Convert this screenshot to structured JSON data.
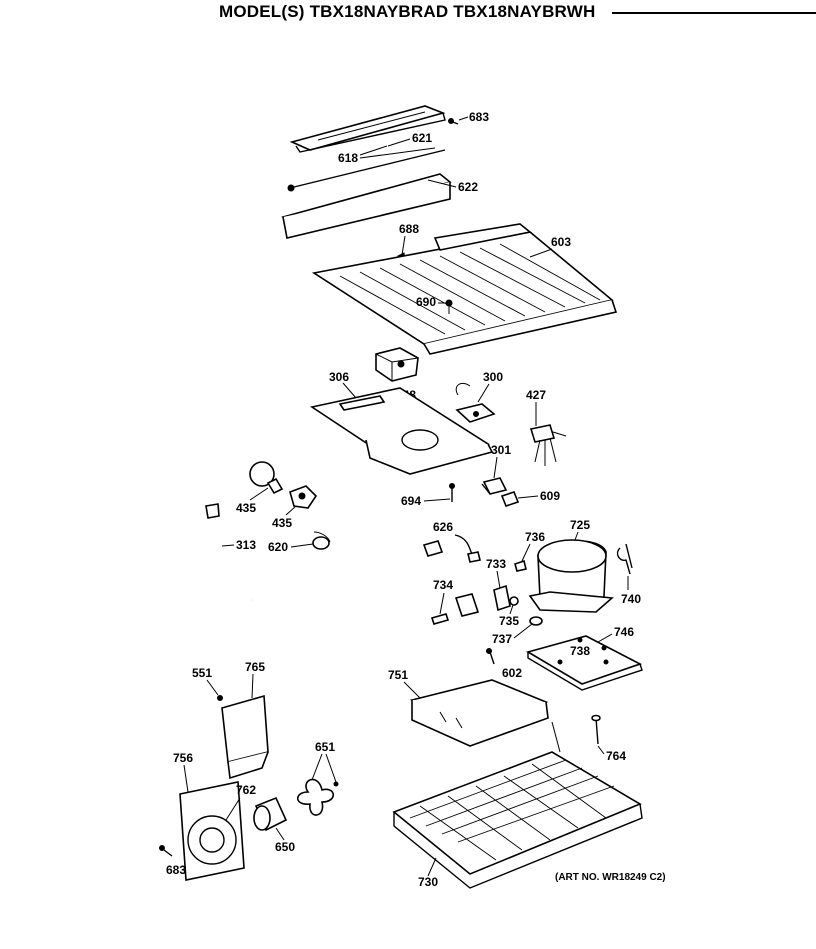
{
  "title": "MODEL(S) TBX18NAYBRAD  TBX18NAYBRWH",
  "art_number": "(ART NO. WR18249 C2)",
  "labels": {
    "l683a": "683",
    "l621": "621",
    "l618": "618",
    "l622": "622",
    "l688": "688",
    "l603": "603",
    "l690": "690",
    "l306": "306",
    "l648": "648",
    "l300": "300",
    "l427": "427",
    "l301": "301",
    "l435a": "435",
    "l435b": "435",
    "l694": "694",
    "l609": "609",
    "l313": "313",
    "l620": "620",
    "l626": "626",
    "l736": "736",
    "l725": "725",
    "l733": "733",
    "l740": "740",
    "l734": "734",
    "l735": "735",
    "l737": "737",
    "l746": "746",
    "l738": "738",
    "l551": "551",
    "l765": "765",
    "l751": "751",
    "l602": "602",
    "l764": "764",
    "l756": "756",
    "l651": "651",
    "l762": "762",
    "l650": "650",
    "l683b": "683",
    "l730": "730"
  }
}
